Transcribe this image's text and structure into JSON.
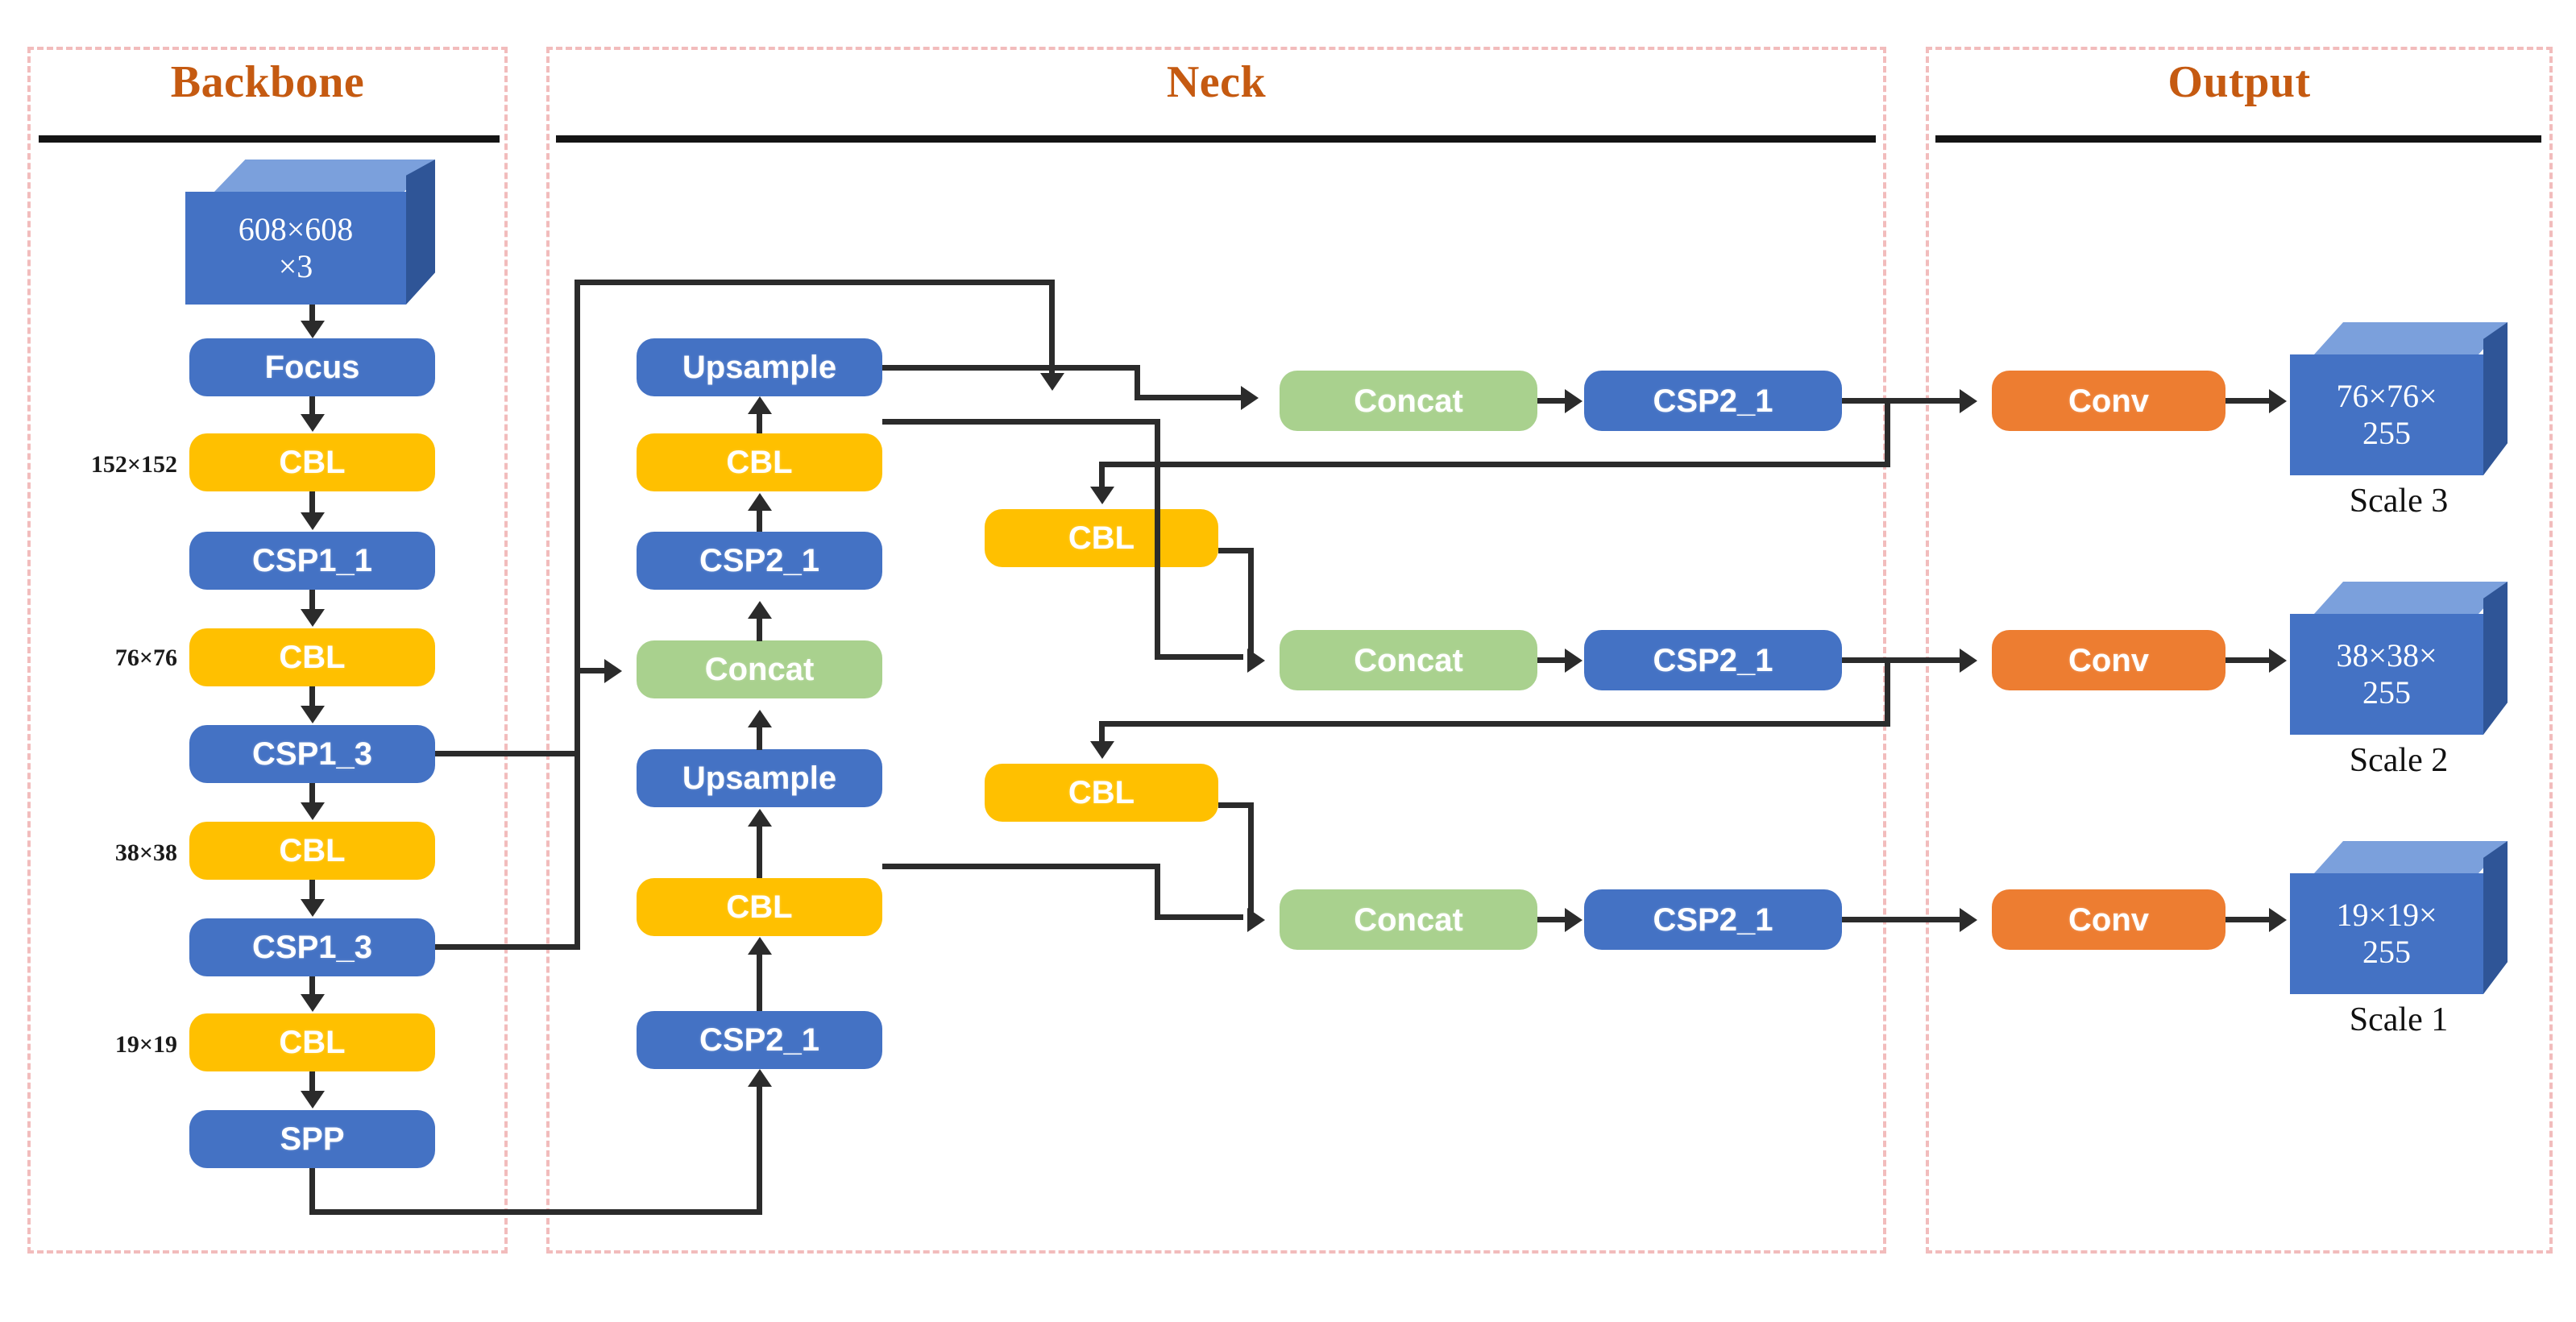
{
  "sections": [
    {
      "id": "backbone",
      "title": "Backbone"
    },
    {
      "id": "neck",
      "title": "Neck"
    },
    {
      "id": "output",
      "title": "Output"
    }
  ],
  "backbone": {
    "input_cube": {
      "line1": "608×608",
      "line2": "×3"
    },
    "resolutions": [
      "152×152",
      "76×76",
      "38×38",
      "19×19"
    ],
    "blocks": [
      {
        "label": "Focus",
        "color": "blue"
      },
      {
        "label": "CBL",
        "color": "yellow"
      },
      {
        "label": "CSP1_1",
        "color": "blue"
      },
      {
        "label": "CBL",
        "color": "yellow"
      },
      {
        "label": "CSP1_3",
        "color": "blue"
      },
      {
        "label": "CBL",
        "color": "yellow"
      },
      {
        "label": "CSP1_3",
        "color": "blue"
      },
      {
        "label": "CBL",
        "color": "yellow"
      },
      {
        "label": "SPP",
        "color": "blue"
      }
    ]
  },
  "neck": {
    "left_column": [
      {
        "label": "Upsample",
        "color": "blue"
      },
      {
        "label": "CBL",
        "color": "yellow"
      },
      {
        "label": "CSP2_1",
        "color": "blue"
      },
      {
        "label": "Concat",
        "color": "green"
      },
      {
        "label": "Upsample",
        "color": "blue"
      },
      {
        "label": "CBL",
        "color": "yellow"
      },
      {
        "label": "CSP2_1",
        "color": "blue"
      }
    ],
    "downsample_cbls": [
      {
        "label": "CBL",
        "color": "yellow"
      },
      {
        "label": "CBL",
        "color": "yellow"
      }
    ],
    "rows": [
      {
        "concat": "Concat",
        "csp": "CSP2_1"
      },
      {
        "concat": "Concat",
        "csp": "CSP2_1"
      },
      {
        "concat": "Concat",
        "csp": "CSP2_1"
      }
    ]
  },
  "output": {
    "heads": [
      {
        "conv": "Conv",
        "cube_line1": "76×76×",
        "cube_line2": "255",
        "scale": "Scale 3"
      },
      {
        "conv": "Conv",
        "cube_line1": "38×38×",
        "cube_line2": "255",
        "scale": "Scale 2"
      },
      {
        "conv": "Conv",
        "cube_line1": "19×19×",
        "cube_line2": "255",
        "scale": "Scale 1"
      }
    ]
  },
  "colors": {
    "blue": "#4472c4",
    "yellow": "#ffc000",
    "green": "#a9d18e",
    "orange": "#ed7d31",
    "title": "#c55a11",
    "panel_border": "#f2bcbc",
    "wire": "#2b2b2b"
  }
}
